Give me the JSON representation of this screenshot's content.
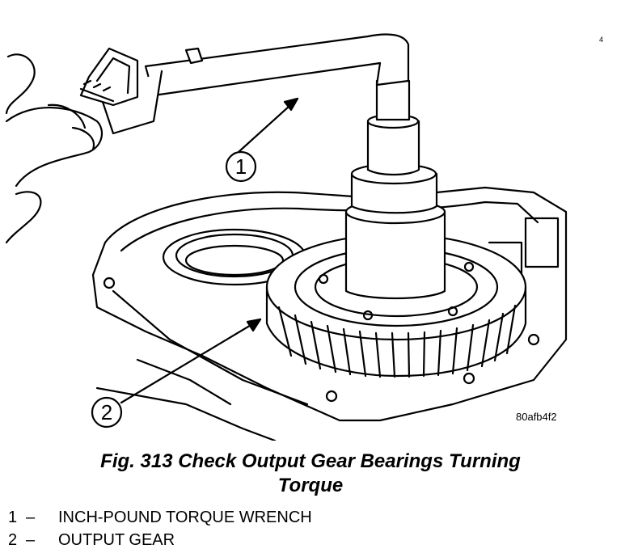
{
  "figure": {
    "ref_code": "80afb4f2",
    "corner_mark": "4",
    "callouts": [
      "1",
      "2"
    ]
  },
  "caption": {
    "line1": "Fig. 313 Check Output Gear Bearings Turning",
    "line2": "Torque"
  },
  "legend": [
    {
      "num": "1",
      "dash": "–",
      "text": "INCH-POUND TORQUE WRENCH"
    },
    {
      "num": "2",
      "dash": "–",
      "text": "OUTPUT GEAR"
    }
  ]
}
